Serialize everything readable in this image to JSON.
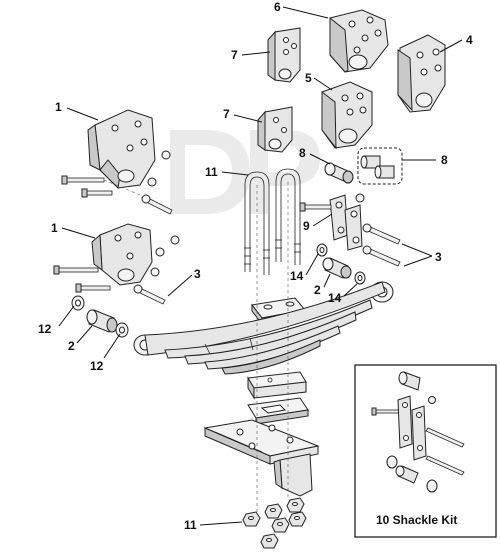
{
  "diagram": {
    "callouts": {
      "c1": "1",
      "c2": "1",
      "c3a": "3",
      "c3b": "3",
      "c4": "4",
      "c5": "5",
      "c6": "6",
      "c7a": "7",
      "c7b": "7",
      "c8a": "8",
      "c8b": "8",
      "c9": "9",
      "c11a": "11",
      "c11b": "11",
      "c2a": "2",
      "c2b": "2",
      "c12a": "12",
      "c12b": "12",
      "c14a": "14",
      "c14b": "14"
    },
    "inset": {
      "caption": "10 Shackle Kit"
    }
  }
}
